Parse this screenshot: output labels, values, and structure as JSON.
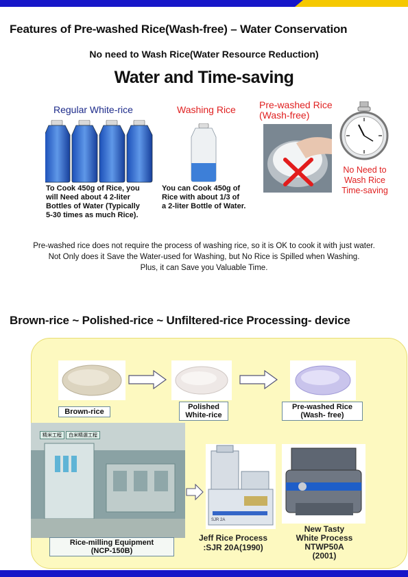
{
  "title1": "Features of Pre-washed Rice(Wash-free) – Water Conservation",
  "subtitle": "No need to Wash Rice(Water Resource Reduction)",
  "headline": "Water and Time-saving",
  "columns": {
    "regular": {
      "title": "Regular White-rice",
      "caption": [
        "To Cook 450g of Rice, you",
        "will Need about 4 2-liter",
        "Bottles of Water (Typically",
        "5-30 times as much Rice)."
      ]
    },
    "washing": {
      "title": "Washing Rice",
      "caption": [
        "You can Cook 450g of",
        "Rice with about 1/3 of",
        "a 2-liter Bottle of Water."
      ]
    },
    "prewashed": {
      "title": [
        "Pre-washed Rice",
        "(Wash-free)"
      ],
      "note": [
        "No Need to",
        "Wash Rice",
        "Time-saving"
      ]
    }
  },
  "description": [
    "Pre-washed rice does not require the process of washing rice, so it is OK to cook it with just water.",
    "Not Only does it Save the Water-used for Washing, but No Rice is Spilled when Washing.",
    "Plus, it can Save you Valuable Time."
  ],
  "title2": "Brown-rice ~ Polished-rice ~ Unfiltered-rice Processing- device",
  "stages": {
    "brown": "Brown-rice",
    "polished": [
      "Polished",
      "White-rice"
    ],
    "prewashed": [
      "Pre-washed Rice",
      "(Wash- free)"
    ]
  },
  "equipment": {
    "milling": [
      "Rice-milling Equipment",
      "(NCP-150B)"
    ],
    "jeff": [
      "Jeff Rice Process",
      ":SJR 20A(1990)"
    ],
    "tasty": [
      "New Tasty",
      "White Process",
      "NTWP50A",
      "(2001)"
    ],
    "machine_tag": "SJR 2A",
    "factory_signs": [
      "精米工程",
      "白米精選工程"
    ]
  },
  "colors": {
    "brand_blue": "#1616c8",
    "accent_yellow": "#f5c800",
    "red": "#e02020"
  }
}
